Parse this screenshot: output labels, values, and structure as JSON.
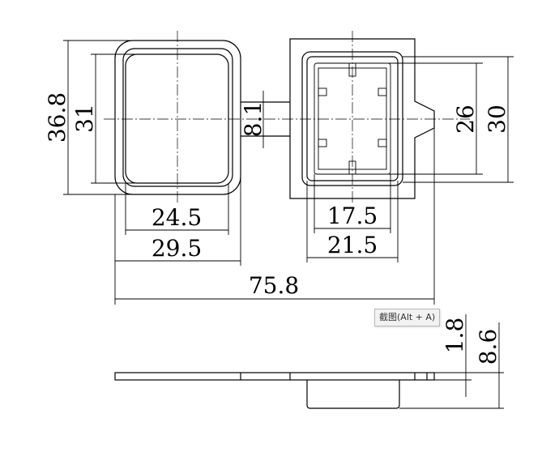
{
  "dimensions": {
    "d_36_8": "36.8",
    "d_31": "31",
    "d_8_1": "8.1",
    "d_26": "26",
    "d_30": "30",
    "d_24_5": "24.5",
    "d_29_5": "29.5",
    "d_17_5": "17.5",
    "d_21_5": "21.5",
    "d_75_8": "75.8",
    "d_1_8": "1.8",
    "d_8_6": "8.6"
  },
  "tooltip": {
    "text": "截图(Alt + A)"
  }
}
